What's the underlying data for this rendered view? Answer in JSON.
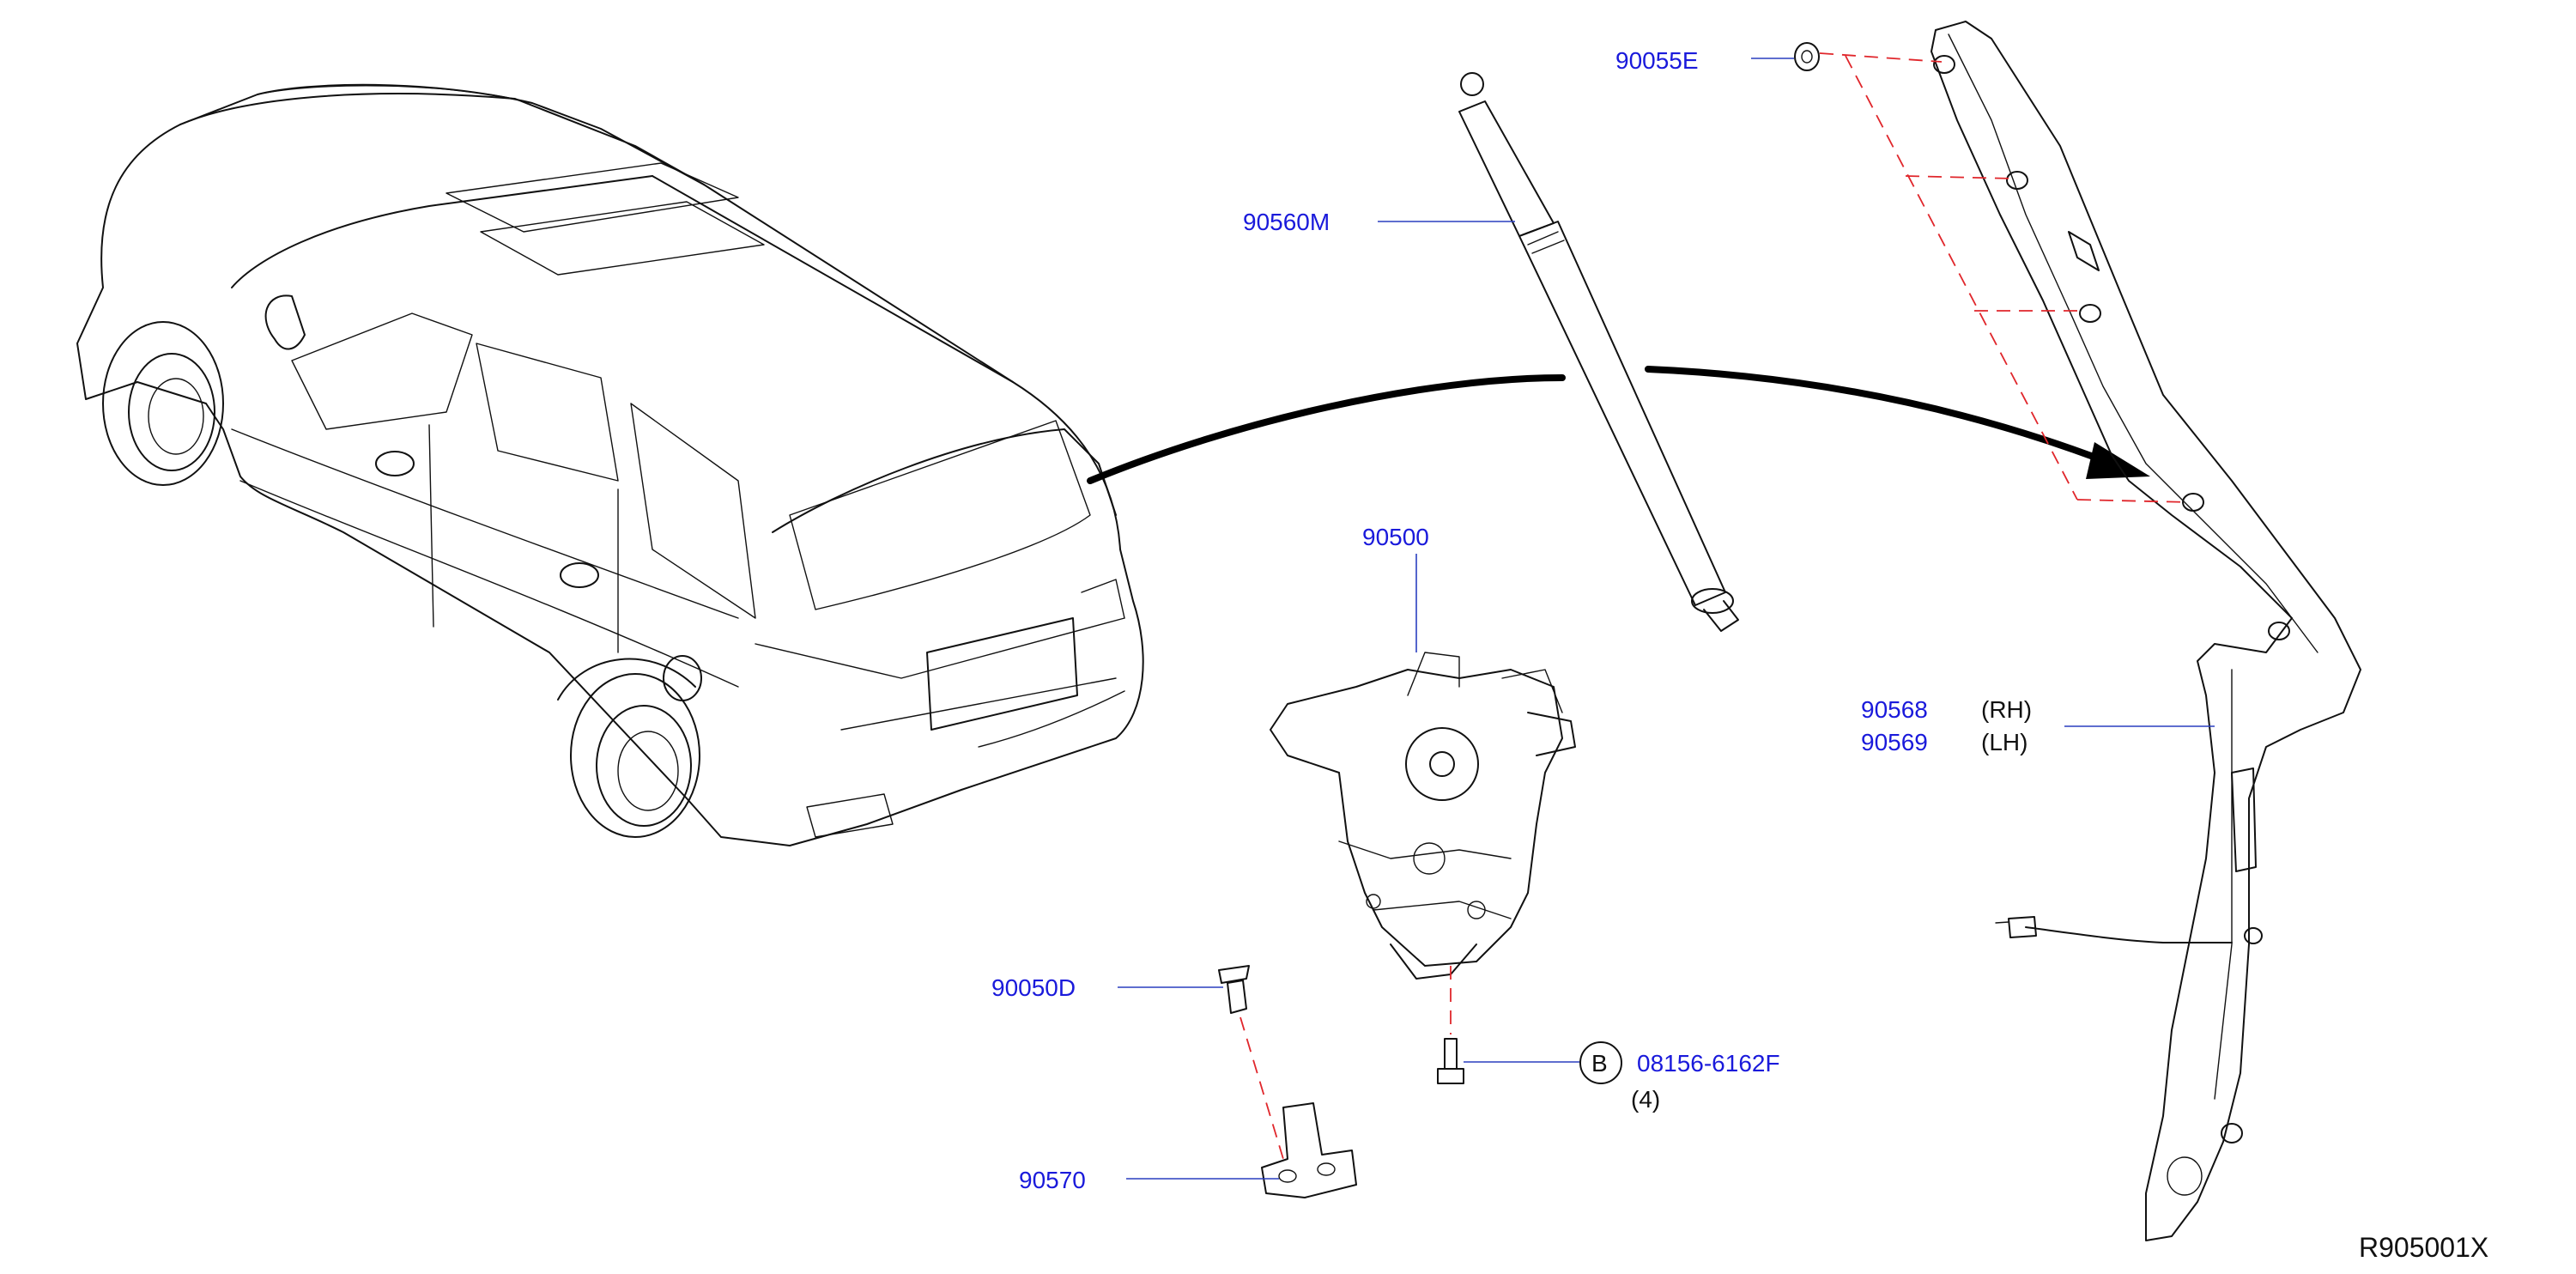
{
  "diagram": {
    "reference_code": "R905001X",
    "colors": {
      "part_number": "#1a1adb",
      "leader": "#2a3fbf",
      "alignment_dash": "#e0262b",
      "line_art": "#111111"
    },
    "components": [
      {
        "id": "vehicle",
        "name": "SUV rear three-quarter view"
      },
      {
        "id": "gas-stay",
        "name": "back door gas stay"
      },
      {
        "id": "lock-assembly",
        "name": "back door lock assembly"
      },
      {
        "id": "weatherstrip",
        "name": "back door side weatherstrip / sensor"
      }
    ],
    "callouts": {
      "p90055E": {
        "part": "90055E"
      },
      "p90560M": {
        "part": "90560M"
      },
      "p90500": {
        "part": "90500"
      },
      "p90568": {
        "part": "90568",
        "note": "(RH)"
      },
      "p90569": {
        "part": "90569",
        "note": "(LH)"
      },
      "p90050D": {
        "part": "90050D"
      },
      "p08156": {
        "part": "08156-6162F",
        "circle": "B",
        "qty": "(4)"
      },
      "p90570": {
        "part": "90570"
      }
    }
  }
}
